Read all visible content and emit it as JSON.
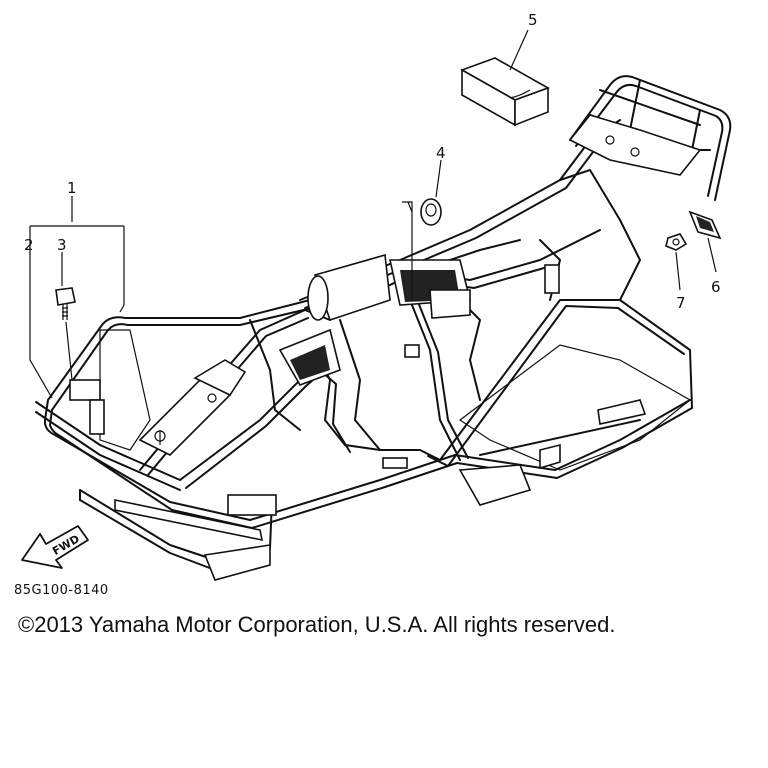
{
  "callouts": [
    {
      "id": "1",
      "label": "1"
    },
    {
      "id": "2",
      "label": "2"
    },
    {
      "id": "3",
      "label": "3"
    },
    {
      "id": "4",
      "label": "4"
    },
    {
      "id": "5",
      "label": "5"
    },
    {
      "id": "6",
      "label": "6"
    },
    {
      "id": "7",
      "label": "7"
    }
  ],
  "fwd_label": "FWD",
  "part_code": "85G100-8140",
  "copyright": "©2013 Yamaha Motor Corporation, U.S.A. All rights reserved."
}
